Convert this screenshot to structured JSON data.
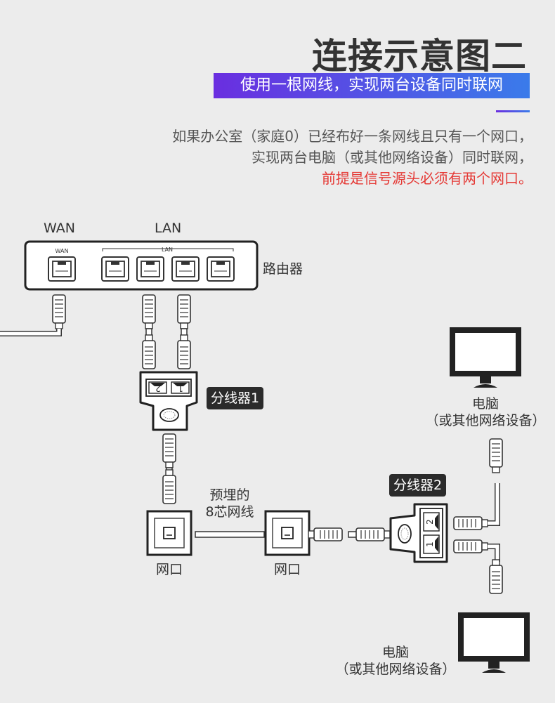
{
  "header": {
    "title": "连接示意图二",
    "subtitle": "使用一根网线，实现两台设备同时联网"
  },
  "description": {
    "line1": "如果办公室（家庭0）已经布好一条网线且只有一个网口，",
    "line2": "实现两台电脑（或其他网络设备）同时联网，",
    "line3_highlight": "前提是信号源头必须有两个网口。"
  },
  "router": {
    "wan_label": "WAN",
    "lan_label": "LAN",
    "wan_small": "WAN",
    "lan_small": "LAN",
    "name": "路由器"
  },
  "splitter1": {
    "tag": "分线器1",
    "port1": "1",
    "port2": "2"
  },
  "splitter2": {
    "tag": "分线器2",
    "port1": "1",
    "port2": "2"
  },
  "cable": {
    "label_line1": "预埋的",
    "label_line2": "8芯网线"
  },
  "wall_port_left": {
    "label": "网口"
  },
  "wall_port_right": {
    "label": "网口"
  },
  "computer_top": {
    "label_line1": "电脑",
    "label_line2": "（或其他网络设备）"
  },
  "computer_bottom": {
    "label_line1": "电脑",
    "label_line2": "（或其他网络设备）"
  },
  "colors": {
    "gradient_start": "#6a2ee0",
    "gradient_end": "#3a7bea",
    "highlight": "#e53935",
    "ink": "#2b2b2b"
  }
}
